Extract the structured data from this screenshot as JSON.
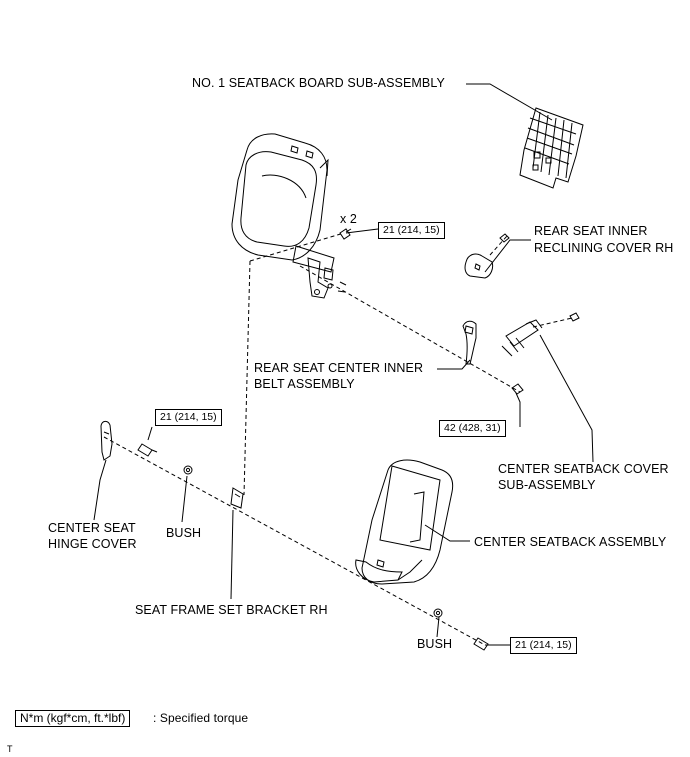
{
  "labels": {
    "seatback_board": "NO. 1 SEATBACK BOARD SUB-ASSEMBLY",
    "reclining_cover_l1": "REAR SEAT INNER",
    "reclining_cover_l2": "RECLINING COVER RH",
    "belt_l1": "REAR SEAT CENTER INNER",
    "belt_l2": "BELT ASSEMBLY",
    "seatback_cover_l1": "CENTER SEATBACK COVER",
    "seatback_cover_l2": "SUB-ASSEMBLY",
    "center_seatback": "CENTER SEATBACK ASSEMBLY",
    "hinge_cover_l1": "CENTER SEAT",
    "hinge_cover_l2": "HINGE COVER",
    "bush_left": "BUSH",
    "bush_bottom": "BUSH",
    "frame_bracket": "SEAT FRAME SET BRACKET RH",
    "multiplier": "x 2"
  },
  "torques": {
    "top": "21 (214, 15)",
    "belt": "42 (428, 31)",
    "left": "21 (214, 15)",
    "bottom": "21 (214, 15)"
  },
  "legend": {
    "unit": "N*m (kgf*cm, ft.*lbf)",
    "text": ": Specified torque"
  },
  "corner_mark": "T"
}
